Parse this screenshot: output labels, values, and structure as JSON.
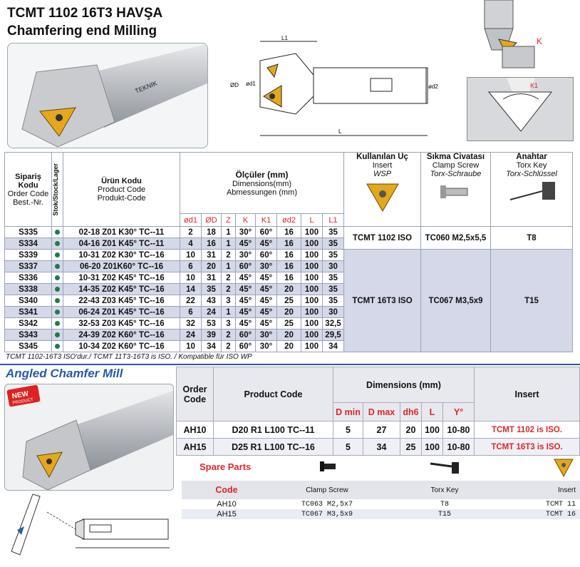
{
  "header": {
    "title": "TCMT 1102 16T3 HAVŞA",
    "subtitle": "Chamfering end Milling",
    "brand": "TEKNIK"
  },
  "drawing": {
    "labels": {
      "l1": "L1",
      "od": "ØD",
      "od1": "ød1",
      "od2": "ød2",
      "l": "L",
      "k": "K",
      "k1": "K1"
    }
  },
  "table1": {
    "headers": {
      "order_code": [
        "Sipariş Kodu",
        "Order Code",
        "Best.-Nr."
      ],
      "stock": "Stok/Stock/Lager",
      "product_code": [
        "Ürün Kodu",
        "Product Code",
        "Produkt-Code"
      ],
      "dimensions": [
        "Ölçüler (mm)",
        "Dimensions(mm)",
        "Abmessungen (mm)"
      ],
      "insert": [
        "Kullanılan Uç",
        "Insert",
        "WSP"
      ],
      "screw": [
        "Sıkma Civatası",
        "Clamp Screw",
        "Torx-Schraube"
      ],
      "key": [
        "Anahtar",
        "Torx Key",
        "Torx-Schlüssel"
      ],
      "dims": [
        "ød1",
        "ØD",
        "Z",
        "K",
        "K1",
        "ød2",
        "L",
        "L1"
      ]
    },
    "rows": [
      {
        "code": "S335",
        "product": "02-18 Z01 K30° TC--11",
        "d1": "2",
        "D": "18",
        "z": "1",
        "k": "30°",
        "k1": "60°",
        "d2": "16",
        "l": "100",
        "l1": "35"
      },
      {
        "code": "S334",
        "product": "04-16 Z01 K45° TC--11",
        "d1": "4",
        "D": "16",
        "z": "1",
        "k": "45°",
        "k1": "45°",
        "d2": "16",
        "l": "100",
        "l1": "35"
      },
      {
        "code": "S339",
        "product": "10-31 Z02 K30° TC--16",
        "d1": "10",
        "D": "31",
        "z": "2",
        "k": "30°",
        "k1": "60°",
        "d2": "16",
        "l": "100",
        "l1": "35"
      },
      {
        "code": "S337",
        "product": "06-20 Z01K60° TC--16",
        "d1": "6",
        "D": "20",
        "z": "1",
        "k": "60°",
        "k1": "30°",
        "d2": "16",
        "l": "100",
        "l1": "30"
      },
      {
        "code": "S336",
        "product": "10-31 Z02 K45° TC--16",
        "d1": "10",
        "D": "31",
        "z": "2",
        "k": "45°",
        "k1": "45°",
        "d2": "16",
        "l": "100",
        "l1": "35"
      },
      {
        "code": "S338",
        "product": "14-35 Z02 K45° TC--16",
        "d1": "14",
        "D": "35",
        "z": "2",
        "k": "45°",
        "k1": "45°",
        "d2": "20",
        "l": "100",
        "l1": "35"
      },
      {
        "code": "S340",
        "product": "22-43 Z03 K45° TC--16",
        "d1": "22",
        "D": "43",
        "z": "3",
        "k": "45°",
        "k1": "45°",
        "d2": "25",
        "l": "100",
        "l1": "35"
      },
      {
        "code": "S341",
        "product": "06-24 Z01 K45° TC--16",
        "d1": "6",
        "D": "24",
        "z": "1",
        "k": "45°",
        "k1": "45°",
        "d2": "20",
        "l": "100",
        "l1": "30"
      },
      {
        "code": "S342",
        "product": "32-53 Z03 K45° TC--16",
        "d1": "32",
        "D": "53",
        "z": "3",
        "k": "45°",
        "k1": "45°",
        "d2": "25",
        "l": "100",
        "l1": "32,5"
      },
      {
        "code": "S343",
        "product": "24-39 Z02 K60° TC--16",
        "d1": "24",
        "D": "39",
        "z": "2",
        "k": "60°",
        "k1": "30°",
        "d2": "20",
        "l": "100",
        "l1": "29,5"
      },
      {
        "code": "S345",
        "product": "10-34 Z02 K60° TC--16",
        "d1": "10",
        "D": "34",
        "z": "2",
        "k": "60°",
        "k1": "30°",
        "d2": "20",
        "l": "100",
        "l1": "34"
      }
    ],
    "groups": [
      {
        "insert": "TCMT 1102 ISO",
        "screw": "TC060 M2,5x5,5",
        "key": "T8"
      },
      {
        "insert": "TCMT 16T3 ISO",
        "screw": "TC067 M3,5x9",
        "key": "T15"
      }
    ],
    "footnote": "TCMT 1102-16T3 ISO'dur./ TCMT 11T3-16T3  is ISO.  /  Kompatible für ISO WP"
  },
  "section2": {
    "title": "Angled Chamfer Mill",
    "badge": [
      "NEW",
      "PRODUCT"
    ],
    "headers": {
      "order_code": "Order Code",
      "product_code": "Product Code",
      "dimensions": "Dimensions (mm)",
      "insert": "Insert",
      "cols": [
        "D min",
        "D max",
        "dh6",
        "L",
        "Y°"
      ]
    },
    "rows": [
      {
        "code": "AH10",
        "product": "D20 R1 L100 TC--11",
        "dmin": "5",
        "dmax": "27",
        "dh6": "20",
        "l": "100",
        "y": "10-80",
        "insert": "TCMT 1102 is ISO."
      },
      {
        "code": "AH15",
        "product": "D25 R1 L100 TC--16",
        "dmin": "5",
        "dmax": "34",
        "dh6": "25",
        "l": "100",
        "y": "10-80",
        "insert": "TCMT 16T3 is ISO."
      }
    ]
  },
  "spare": {
    "title": "Spare Parts",
    "headers": [
      "Code",
      "Clamp Screw",
      "Torx Key",
      "Insert"
    ],
    "rows": [
      {
        "code": "AH10",
        "screw": "TC063 M2,5x7",
        "key": "T8",
        "insert": "TCMT 11"
      },
      {
        "code": "AH15",
        "screw": "TC067 M3,5x9",
        "key": "T15",
        "insert": "TCMT 16"
      }
    ]
  },
  "colors": {
    "accent_blue": "#2a5aa8",
    "red": "#e0262a",
    "row_shade": "#d4d8e8",
    "stock_dot": "#1e7a4a",
    "insert_gold": "#e3a81e"
  }
}
